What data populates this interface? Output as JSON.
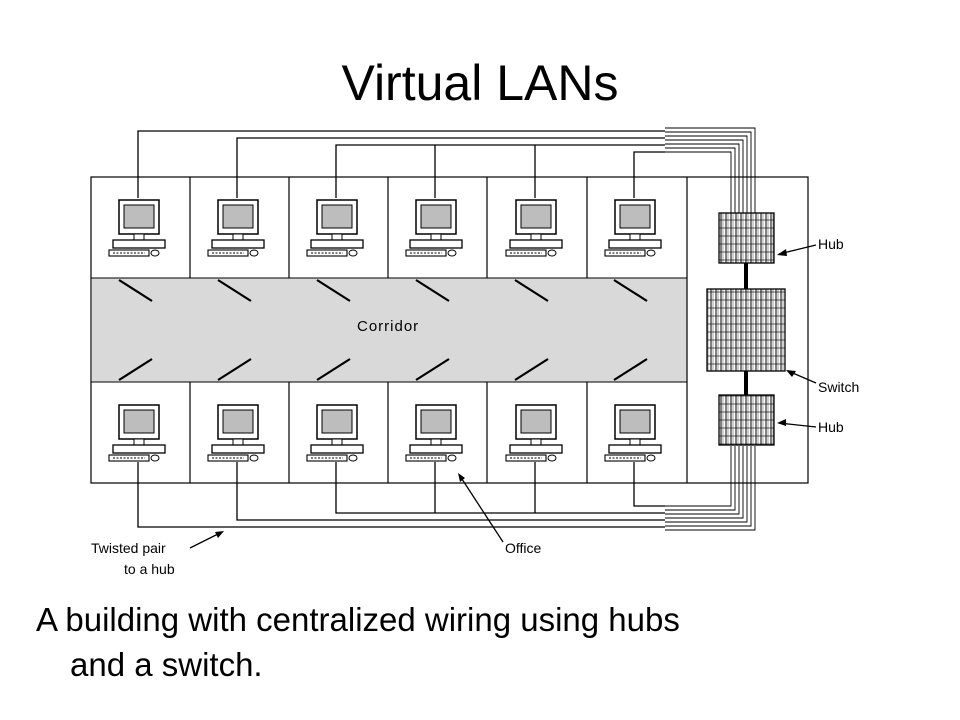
{
  "slide": {
    "title": "Virtual LANs",
    "caption_line1": "A building with centralized wiring using hubs",
    "caption_line2": "and a switch."
  },
  "diagram": {
    "corridor_label": "Corridor",
    "labels": {
      "hub_top": "Hub",
      "switch": "Switch",
      "hub_bottom": "Hub",
      "twisted_pair_line1": "Twisted pair",
      "twisted_pair_line2": "to a hub",
      "office": "Office"
    },
    "offices_per_row": 6,
    "colors": {
      "corridor": "#d9d9d9",
      "line": "#000000",
      "background": "#ffffff"
    }
  }
}
